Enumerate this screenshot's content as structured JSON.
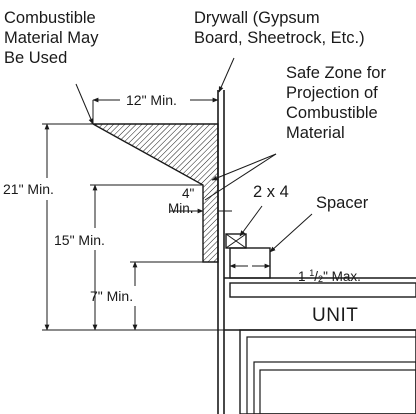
{
  "labels": {
    "combustible_1": "Combustible",
    "combustible_2": "Material May",
    "combustible_3": "Be Used",
    "drywall_1": "Drywall (Gypsum",
    "drywall_2": "Board, Sheetrock, Etc.)",
    "safe_1": "Safe Zone for",
    "safe_2": "Projection of",
    "safe_3": "Combustible",
    "safe_4": "Material",
    "stud": "2 x 4",
    "spacer": "Spacer",
    "unit": "UNIT"
  },
  "dimensions": {
    "width_12": "12\" Min.",
    "height_21": "21\" Min.",
    "height_15": "15\" Min.",
    "height_7": "7\" Min.",
    "depth_4_a": "4\"",
    "depth_4_b": "Min.",
    "max_whole": "1 ",
    "max_num": "1",
    "max_den": "2",
    "max_tail": "\" Max."
  },
  "colors": {
    "ink": "#1a1a1a",
    "background": "#ffffff"
  }
}
